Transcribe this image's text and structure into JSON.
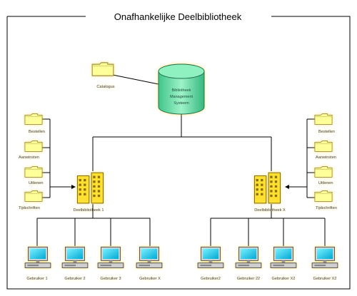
{
  "title": "Onafhankelijke Deelbibliotheek",
  "database": {
    "label_lines": [
      "Bibliotheek",
      "Management",
      "Systeem"
    ]
  },
  "catalog_folder": {
    "label": "Catalogus"
  },
  "left_branch": {
    "server_label": "Deelbibliotheek 1",
    "folders": [
      "Bestellen",
      "Aanwinsten",
      "Uitlenen",
      "Tijdschriften"
    ],
    "clients": [
      "Gebruiker 1",
      "Gebruiker 2",
      "Gebruiker 3",
      "Gebruiker X"
    ]
  },
  "right_branch": {
    "server_label": "Deelbibliotheek X",
    "folders": [
      "Bestellen",
      "Aanwinsten",
      "Uitlenen",
      "Tijdschriften"
    ],
    "clients": [
      "Gebruiker2",
      "Gebruiker 22",
      "Gebruiker X2",
      "Gebruiker X2"
    ]
  },
  "colors": {
    "folder_fill": "#ffff99",
    "folder_stroke": "#8a7a2a",
    "server_fill": "#ffe033",
    "database_fill": "#66d9a3",
    "monitor_screen": "#00c8e6",
    "highlight_glow": "#ffcc00"
  }
}
